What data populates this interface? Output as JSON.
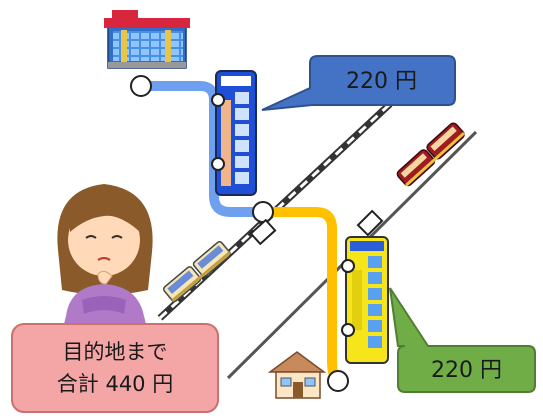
{
  "fare_bubble_blue": {
    "text": "220 円",
    "color": "#4472c4"
  },
  "fare_bubble_green": {
    "text": "220 円",
    "color": "#70ad47"
  },
  "total_box": {
    "line1": "目的地まで",
    "line2": "合計 440 円",
    "color": "#f4a6a6"
  },
  "route": {
    "first_leg_color": "#6fa0ef",
    "second_leg_color": "#ffc000"
  },
  "icons": [
    "store-building-icon",
    "house-icon",
    "blue-bus-icon",
    "yellow-bus-icon",
    "cream-train-icon",
    "red-train-icon",
    "worried-woman-icon"
  ]
}
